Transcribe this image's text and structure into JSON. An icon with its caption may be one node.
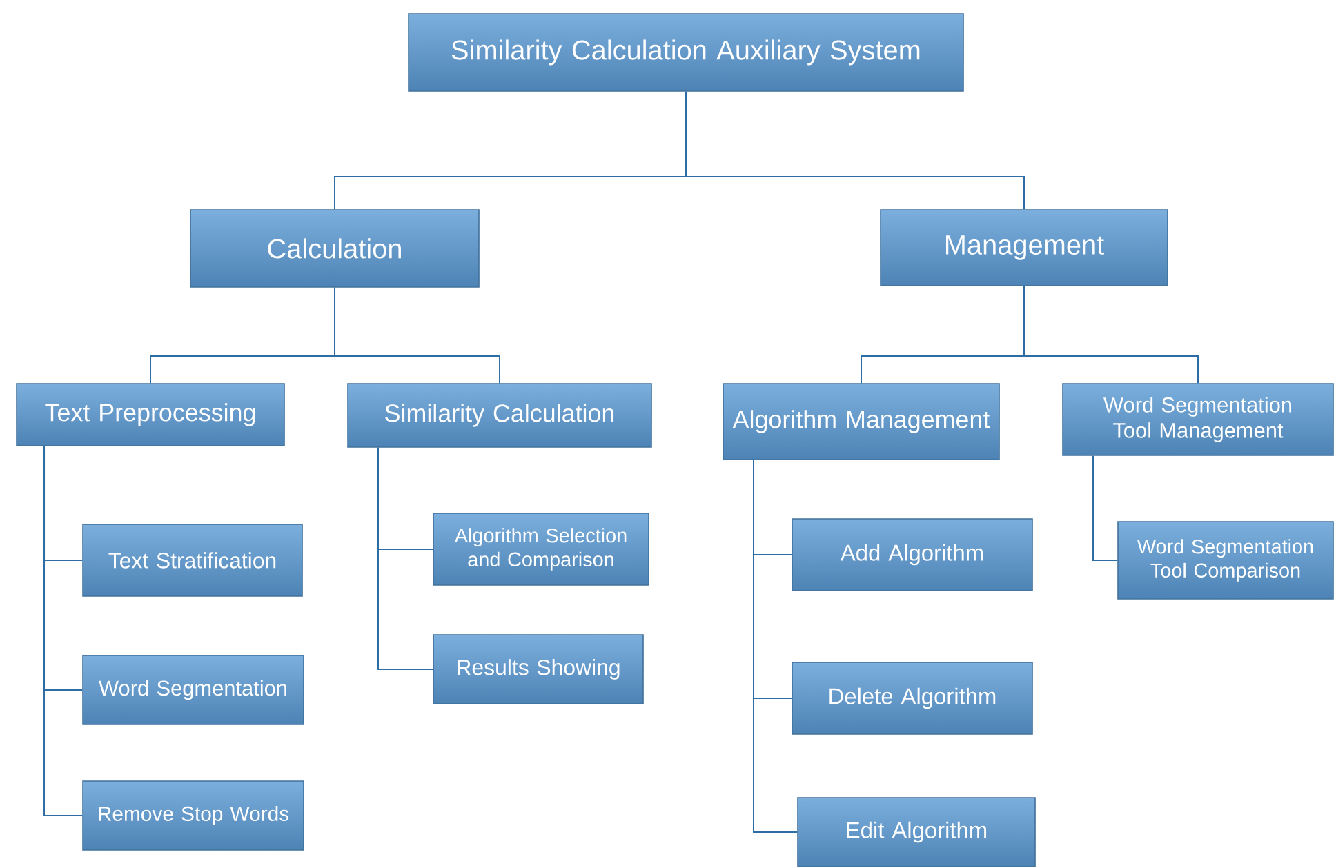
{
  "diagram": {
    "nodes": [
      {
        "text": [
          "Similarity Calculation Auxiliary System"
        ]
      },
      {
        "text": [
          "Calculation"
        ]
      },
      {
        "text": [
          "Management"
        ]
      },
      {
        "text": [
          "Text Preprocessing"
        ]
      },
      {
        "text": [
          "Similarity Calculation"
        ]
      },
      {
        "text": [
          "Algorithm Management"
        ]
      },
      {
        "text": [
          "Word Segmentation Tool Management"
        ]
      },
      {
        "text": [
          "Text Stratification"
        ]
      },
      {
        "text": [
          "Word Segmentation"
        ]
      },
      {
        "text": [
          "Remove Stop Words"
        ]
      },
      {
        "text": [
          "Algorithm Selection and Comparison"
        ]
      },
      {
        "text": [
          "Results Showing"
        ]
      },
      {
        "text": [
          "Add Algorithm"
        ]
      },
      {
        "text": [
          "Delete Algorithm"
        ]
      },
      {
        "text": [
          "Edit Algorithm"
        ]
      },
      {
        "text": [
          "Word Segmentation Tool Comparison"
        ]
      }
    ],
    "edges": [
      {
        "from": 0,
        "to": 1,
        "arrow": "none"
      },
      {
        "from": 0,
        "to": 2,
        "arrow": "none"
      },
      {
        "from": 1,
        "to": 3,
        "arrow": "none"
      },
      {
        "from": 1,
        "to": 4,
        "arrow": "none"
      },
      {
        "from": 2,
        "to": 5,
        "arrow": "none"
      },
      {
        "from": 2,
        "to": 6,
        "arrow": "none"
      },
      {
        "from": 3,
        "to": 7,
        "arrow": "none"
      },
      {
        "from": 3,
        "to": 8,
        "arrow": "none"
      },
      {
        "from": 3,
        "to": 9,
        "arrow": "none"
      },
      {
        "from": 4,
        "to": 10,
        "arrow": "none"
      },
      {
        "from": 4,
        "to": 11,
        "arrow": "none"
      },
      {
        "from": 5,
        "to": 12,
        "arrow": "none"
      },
      {
        "from": 5,
        "to": 13,
        "arrow": "none"
      },
      {
        "from": 5,
        "to": 14,
        "arrow": "none"
      },
      {
        "from": 6,
        "to": 15,
        "arrow": "none"
      }
    ]
  }
}
